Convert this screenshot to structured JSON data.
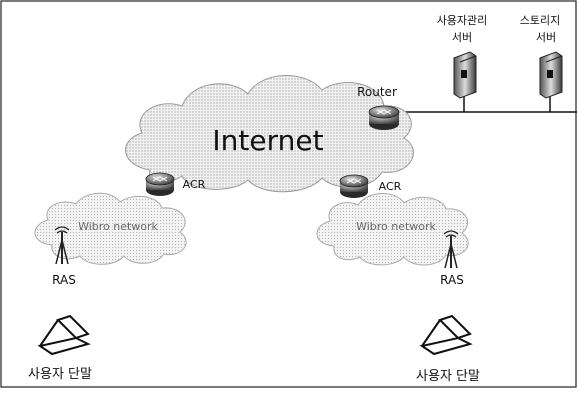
{
  "diagram": {
    "internet_label": "Internet",
    "router_label": "Router",
    "acr_left_label": "ACR",
    "acr_right_label": "ACR",
    "wibro_left_label": "Wibro network",
    "wibro_right_label": "Wibro network",
    "ras_left_label": "RAS",
    "ras_right_label": "RAS",
    "server_user_mgmt": {
      "line1": "사용자관리",
      "line2": "서버"
    },
    "server_storage": {
      "line1": "스토리지",
      "line2": "서버"
    },
    "terminal_left_label": "사용자 단말",
    "terminal_right_label": "사용자 단말"
  }
}
